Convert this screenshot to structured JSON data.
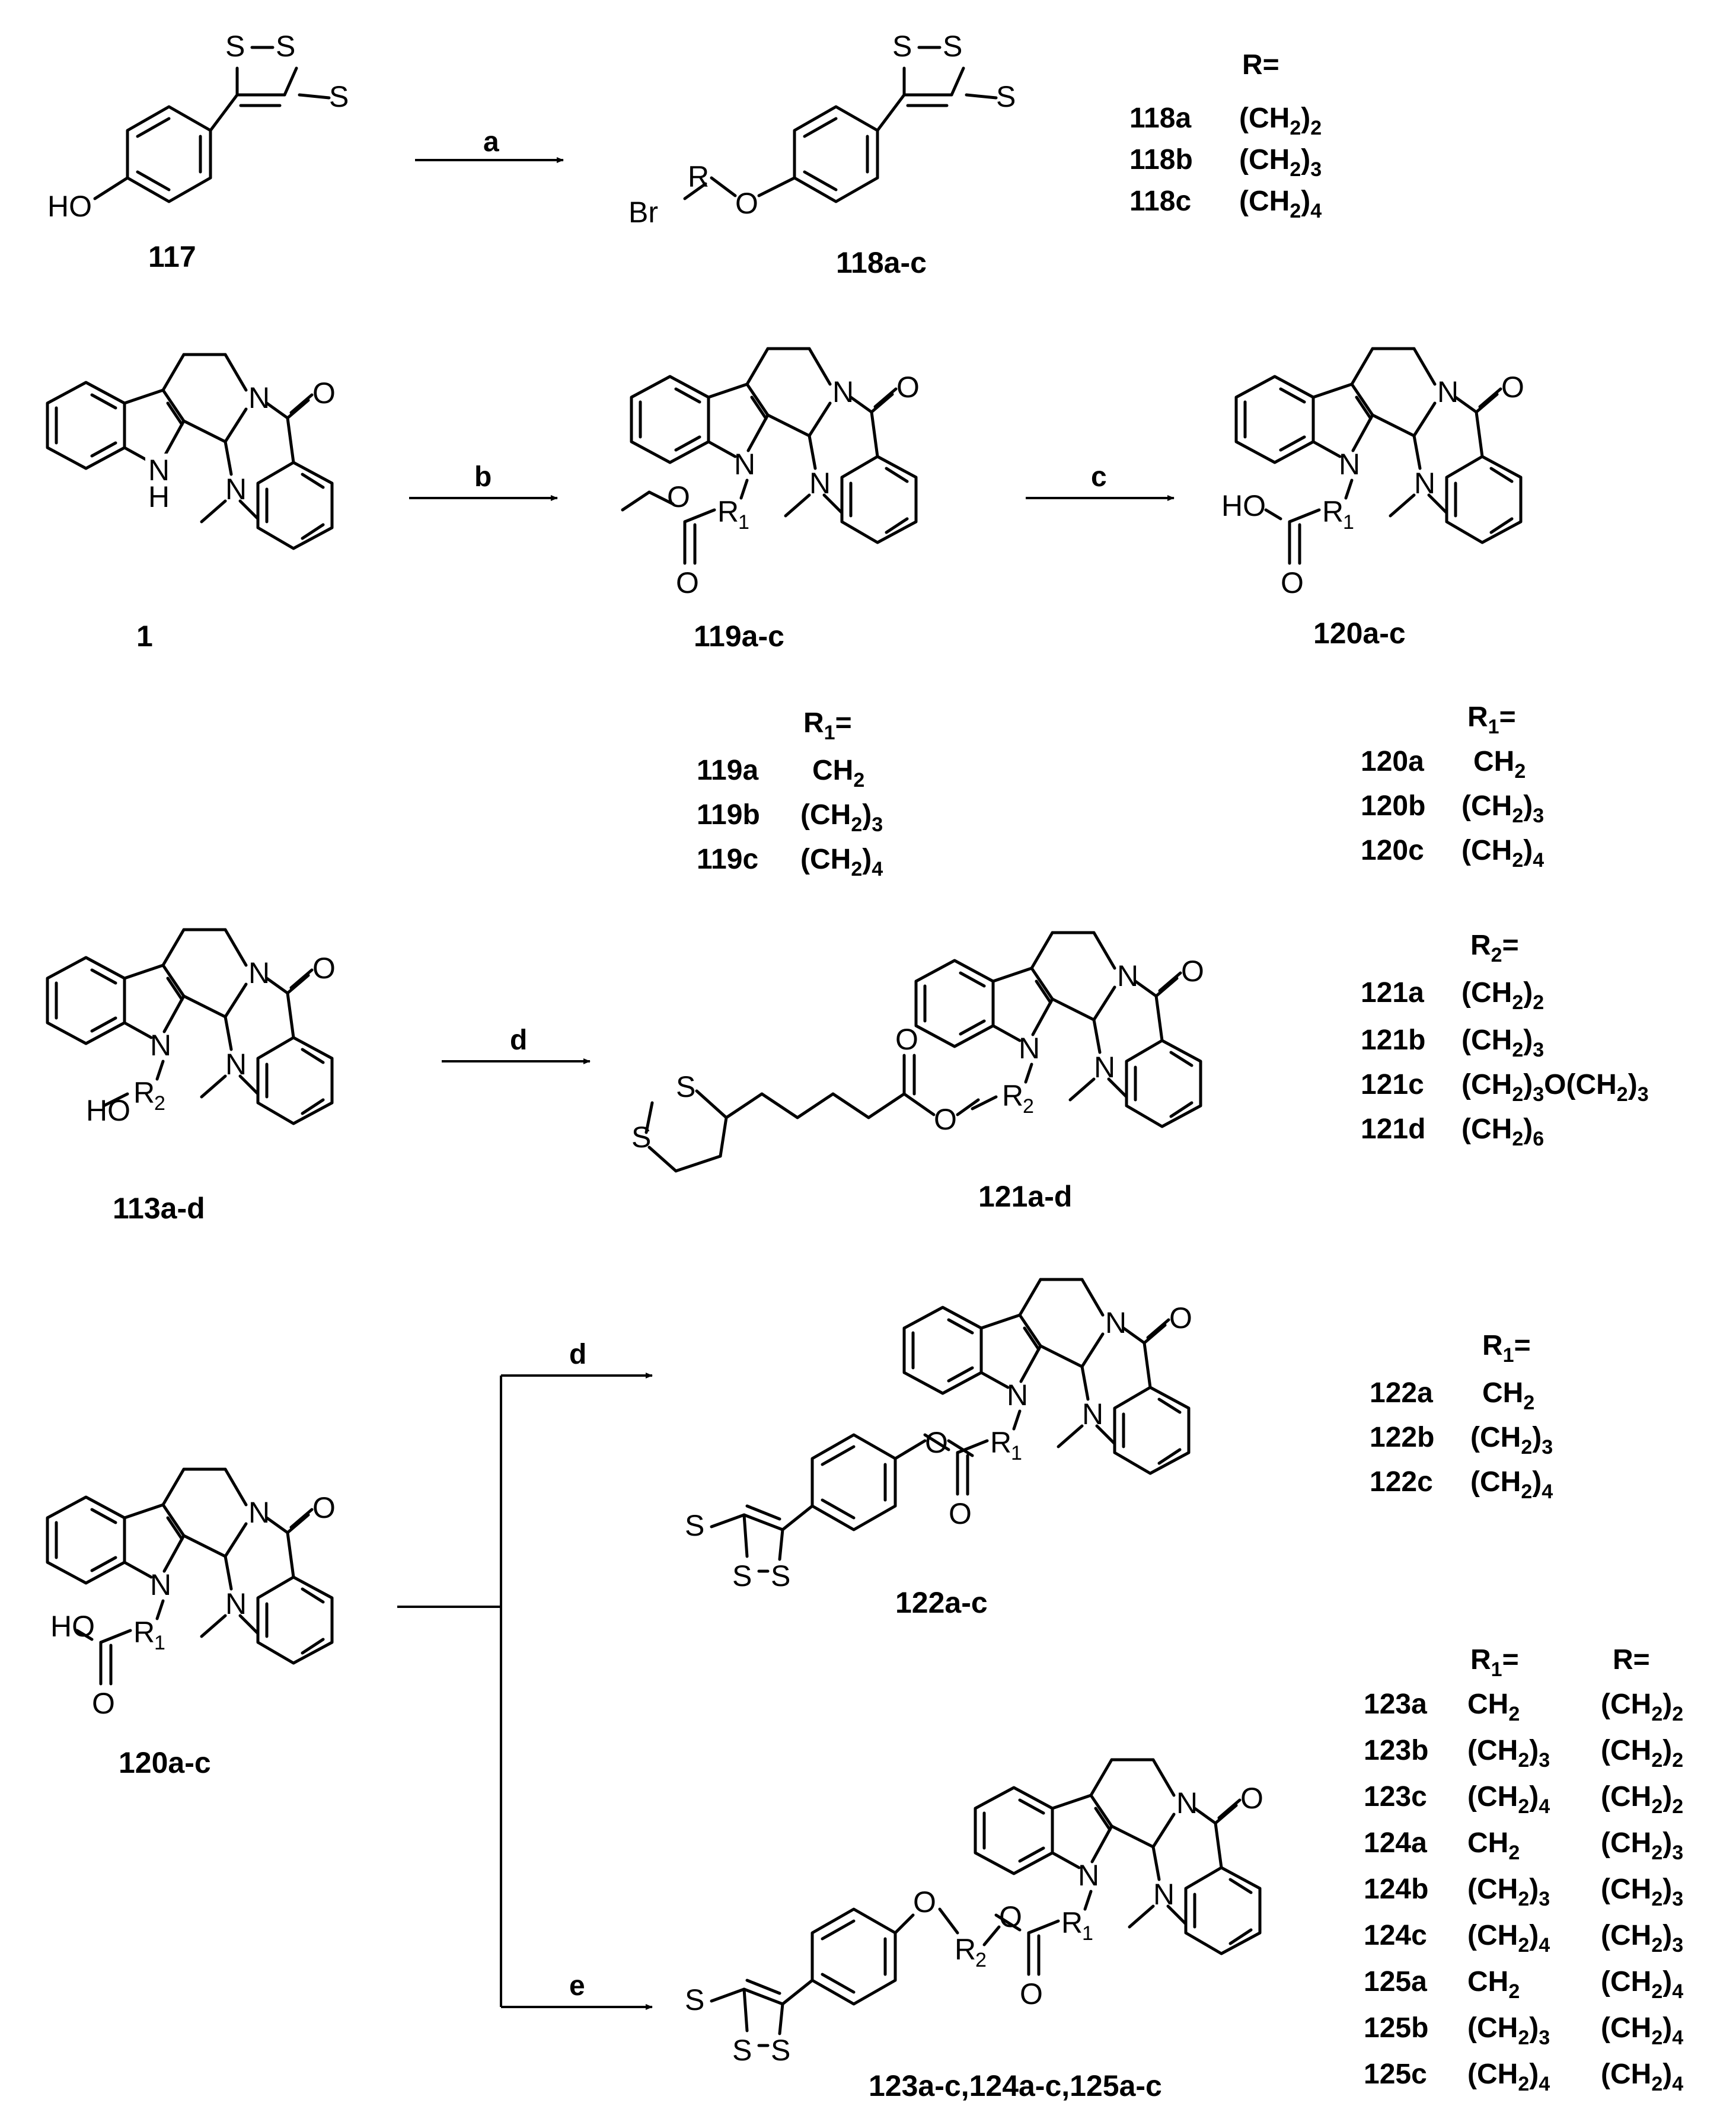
{
  "reagent_labels": {
    "a": "a",
    "b": "b",
    "c": "c",
    "d1": "d",
    "d2": "d",
    "e": "e"
  },
  "compounds": {
    "c117": "117",
    "c118": "118a-c",
    "c1": "1",
    "c119": "119a-c",
    "c120": "120a-c",
    "c113": "113a-d",
    "c121": "121a-d",
    "c120b": "120a-c",
    "c122": "122a-c",
    "c123": "123a-c,124a-c,125a-c"
  },
  "table118": {
    "header": "R=",
    "rows": [
      {
        "id": "118a",
        "r_base": "(CH",
        "r_sub1": "2",
        "r_end": ")",
        "r_sub2": "2"
      },
      {
        "id": "118b",
        "r_base": "(CH",
        "r_sub1": "2",
        "r_end": ")",
        "r_sub2": "3"
      },
      {
        "id": "118c",
        "r_base": "(CH",
        "r_sub1": "2",
        "r_end": ")",
        "r_sub2": "4"
      }
    ]
  },
  "table119": {
    "header": "R",
    "header_sub": "1",
    "header_end": "=",
    "rows": [
      {
        "id": "119a",
        "v": "CH",
        "s1": "2",
        "e": "",
        "s2": ""
      },
      {
        "id": "119b",
        "v": "(CH",
        "s1": "2",
        "e": ")",
        "s2": "3"
      },
      {
        "id": "119c",
        "v": "(CH",
        "s1": "2",
        "e": ")",
        "s2": "4"
      }
    ]
  },
  "table120": {
    "header": "R",
    "header_sub": "1",
    "header_end": "=",
    "rows": [
      {
        "id": "120a",
        "v": "CH",
        "s1": "2",
        "e": "",
        "s2": ""
      },
      {
        "id": "120b",
        "v": "(CH",
        "s1": "2",
        "e": ")",
        "s2": "3"
      },
      {
        "id": "120c",
        "v": "(CH",
        "s1": "2",
        "e": ")",
        "s2": "4"
      }
    ]
  },
  "table121": {
    "header": "R",
    "header_sub": "2",
    "header_end": "=",
    "rows": [
      {
        "id": "121a",
        "v": "(CH",
        "s1": "2",
        "e": ")",
        "s2": "2",
        "tail": ""
      },
      {
        "id": "121b",
        "v": "(CH",
        "s1": "2",
        "e": ")",
        "s2": "3",
        "tail": ""
      },
      {
        "id": "121c",
        "v": "(CH",
        "s1": "2",
        "e": ")",
        "s2": "3",
        "tail": "O(CH",
        "s3": "2",
        "e2": ")",
        "s4": "3"
      },
      {
        "id": "121d",
        "v": "(CH",
        "s1": "2",
        "e": ")",
        "s2": "6",
        "tail": ""
      }
    ]
  },
  "table122": {
    "header": "R",
    "header_sub": "1",
    "header_end": "=",
    "rows": [
      {
        "id": "122a",
        "v": "CH",
        "s1": "2",
        "e": "",
        "s2": ""
      },
      {
        "id": "122b",
        "v": "(CH",
        "s1": "2",
        "e": ")",
        "s2": "3"
      },
      {
        "id": "122c",
        "v": "(CH",
        "s1": "2",
        "e": ")",
        "s2": "4"
      }
    ]
  },
  "table123": {
    "header_r1": "R",
    "header_r1_sub": "1",
    "header_r1_end": "=",
    "header_r": "R=",
    "rows": [
      {
        "id": "123a",
        "r1": "CH",
        "r1s": "2",
        "r1e": "",
        "r1s2": "",
        "r": "(CH",
        "rs": "2",
        "re": ")",
        "rs2": "2"
      },
      {
        "id": "123b",
        "r1": "(CH",
        "r1s": "2",
        "r1e": ")",
        "r1s2": "3",
        "r": "(CH",
        "rs": "2",
        "re": ")",
        "rs2": "2"
      },
      {
        "id": "123c",
        "r1": "(CH",
        "r1s": "2",
        "r1e": ")",
        "r1s2": "4",
        "r": "(CH",
        "rs": "2",
        "re": ")",
        "rs2": "2"
      },
      {
        "id": "124a",
        "r1": "CH",
        "r1s": "2",
        "r1e": "",
        "r1s2": "",
        "r": "(CH",
        "rs": "2",
        "re": ")",
        "rs2": "3"
      },
      {
        "id": "124b",
        "r1": "(CH",
        "r1s": "2",
        "r1e": ")",
        "r1s2": "3",
        "r": "(CH",
        "rs": "2",
        "re": ")",
        "rs2": "3"
      },
      {
        "id": "124c",
        "r1": "(CH",
        "r1s": "2",
        "r1e": ")",
        "r1s2": "4",
        "r": "(CH",
        "rs": "2",
        "re": ")",
        "rs2": "3"
      },
      {
        "id": "125a",
        "r1": "CH",
        "r1s": "2",
        "r1e": "",
        "r1s2": "",
        "r": "(CH",
        "rs": "2",
        "re": ")",
        "rs2": "4"
      },
      {
        "id": "125b",
        "r1": "(CH",
        "r1s": "2",
        "r1e": ")",
        "r1s2": "3",
        "r": "(CH",
        "rs": "2",
        "re": ")",
        "rs2": "4"
      },
      {
        "id": "125c",
        "r1": "(CH",
        "r1s": "2",
        "r1e": ")",
        "r1s2": "4",
        "r": "(CH",
        "rs": "2",
        "re": ")",
        "rs2": "4"
      }
    ]
  }
}
